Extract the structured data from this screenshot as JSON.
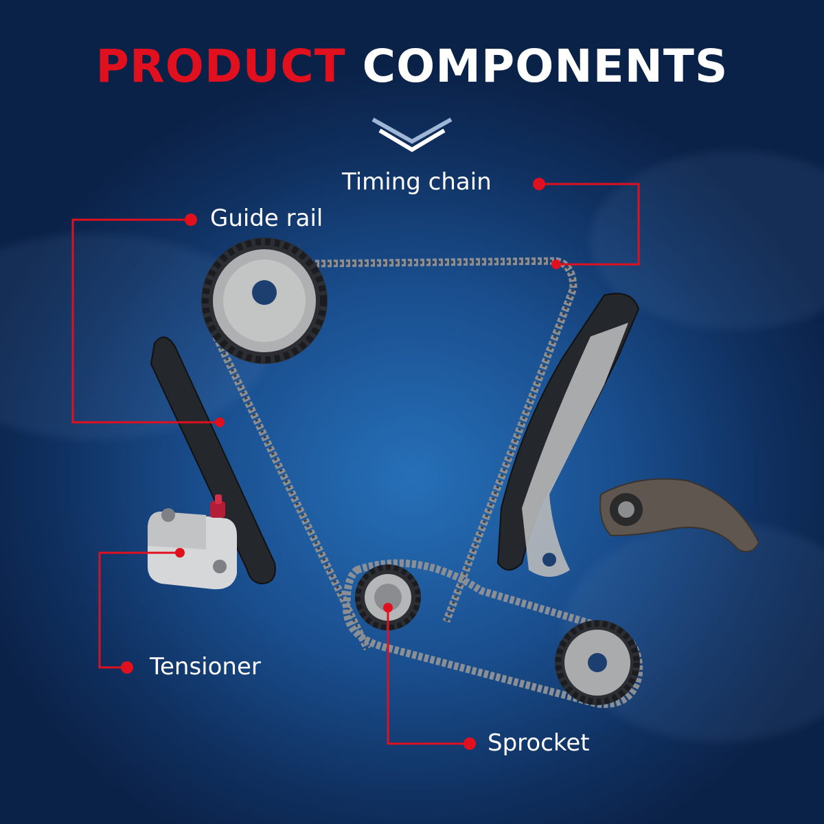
{
  "header": {
    "title_accent": "PRODUCT",
    "title_main": "COMPONENTS",
    "accent_color": "#e0101f",
    "chevron_icon": "double-chevron-down-icon"
  },
  "callouts": {
    "timing_chain": "Timing chain",
    "guide_rail": "Guide rail",
    "tensioner": "Tensioner",
    "sprocket": "Sprocket",
    "line_color": "#e0101f"
  }
}
